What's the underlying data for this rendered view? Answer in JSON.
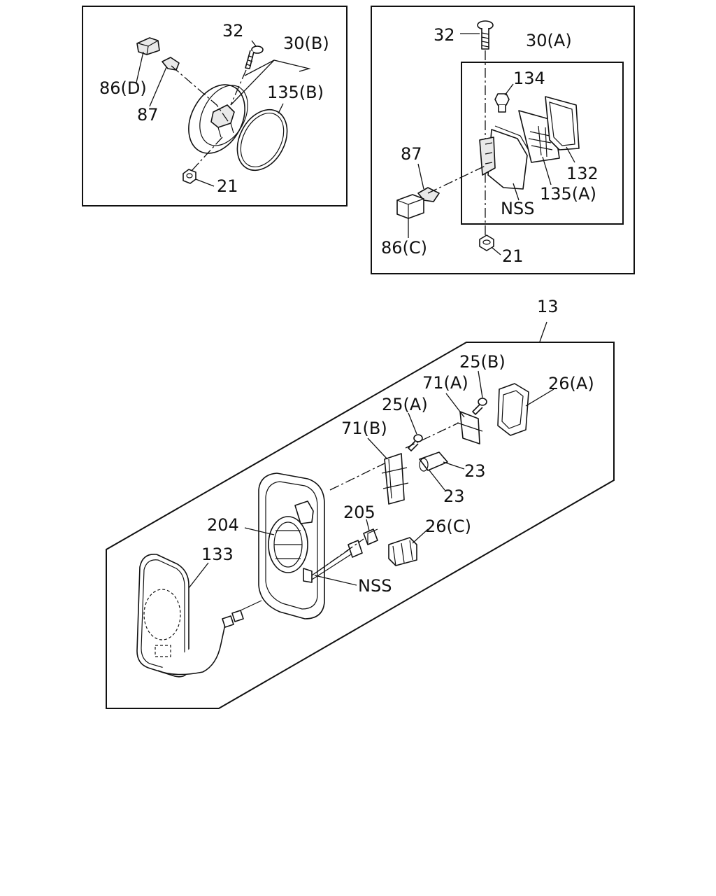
{
  "labels": {
    "l32_tl": "32",
    "l30b": "30(B)",
    "l135b": "135(B)",
    "l86d": "86(D)",
    "l87_tl": "87",
    "l21_tl": "21",
    "l32_tr": "32",
    "l30a": "30(A)",
    "l134": "134",
    "l87_tr": "87",
    "l132": "132",
    "l135a": "135(A)",
    "lnss_tr": "NSS",
    "l86c": "86(C)",
    "l21_tr": "21",
    "l13": "13",
    "l25b": "25(B)",
    "l26a": "26(A)",
    "l71a": "71(A)",
    "l25a": "25(A)",
    "l71b": "71(B)",
    "l23a": "23",
    "l23b": "23",
    "l205": "205",
    "l204": "204",
    "l26c": "26(C)",
    "l133": "133",
    "lnss_main": "NSS"
  }
}
